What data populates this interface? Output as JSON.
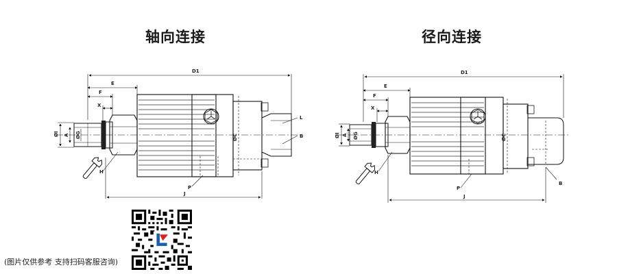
{
  "titles": {
    "axial": "轴向连接",
    "radial": "径向连接"
  },
  "caption": "(图片仅供参考 支持扫码客服咨询)",
  "labels": {
    "d1": "D1",
    "e": "E",
    "f": "F",
    "x": "X",
    "a": "A",
    "di": "ØI",
    "dg": "ØG",
    "dc": "ØC",
    "h": "H",
    "p": "P",
    "j": "J",
    "l": "L",
    "b": "B"
  },
  "colors": {
    "line": "#111111",
    "hatch": "#333333",
    "text": "#1a1a1a",
    "qr": "#000000",
    "logo_red": "#d9261c",
    "logo_blue": "#1b5fae"
  },
  "icons": [
    "wrench-icon",
    "hex-socket-icon",
    "qr-code-icon"
  ]
}
